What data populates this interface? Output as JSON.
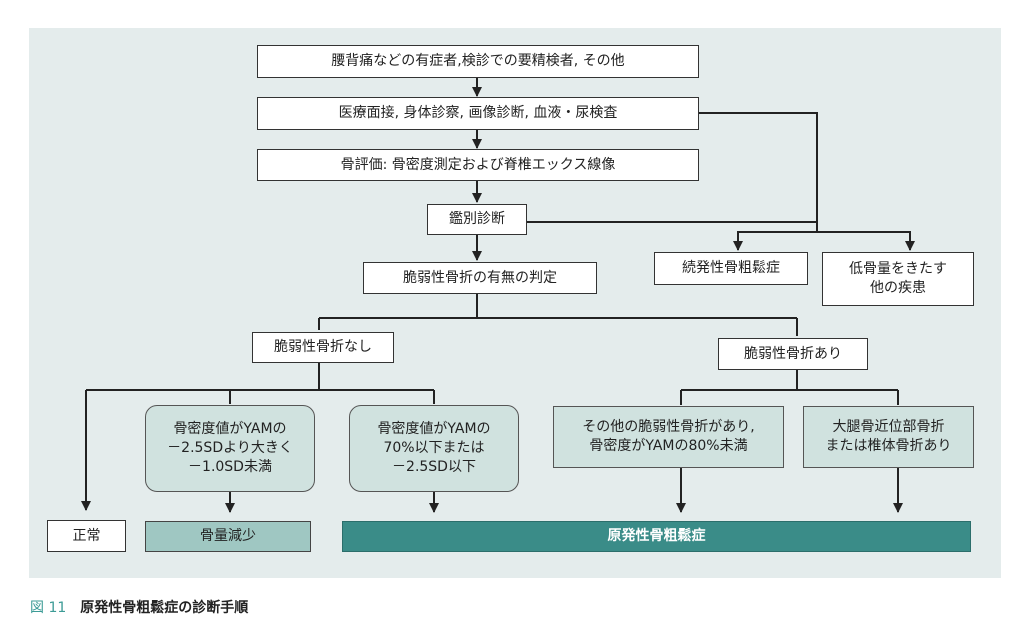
{
  "flow": {
    "step1": "腰背痛などの有症者,検診での要精検者, その他",
    "step2": "医療面接, 身体診察, 画像診断, 血液・尿検査",
    "step3": "骨評価: 骨密度測定および脊椎エックス線像",
    "differential": "鑑別診断",
    "secondary": "続発性骨粗鬆症",
    "other_disease": [
      "低骨量をきたす",
      "他の疾患"
    ],
    "fracture_judgment": "脆弱性骨折の有無の判定",
    "no_fracture": "脆弱性骨折なし",
    "with_fracture": "脆弱性骨折あり",
    "cond_a": [
      "骨密度値がYAMの",
      "－2.5SDより大きく",
      "－1.0SD未満"
    ],
    "cond_b": [
      "骨密度値がYAMの",
      "70%以下または",
      "－2.5SD以下"
    ],
    "cond_c": [
      "その他の脆弱性骨折があり,",
      "骨密度がYAMの80%未満"
    ],
    "cond_d": [
      "大腿骨近位部骨折",
      "または椎体骨折あり"
    ],
    "normal": "正常",
    "osteopenia": "骨量減少",
    "primary": "原発性骨粗鬆症"
  },
  "caption": {
    "number": "図 11",
    "title": "原発性骨粗鬆症の診断手順"
  },
  "colors": {
    "panel": "#e4ecec",
    "light_fill": "#d0e2df",
    "mid_teal": "#9fc7c2",
    "dark_teal": "#3a8c88"
  }
}
